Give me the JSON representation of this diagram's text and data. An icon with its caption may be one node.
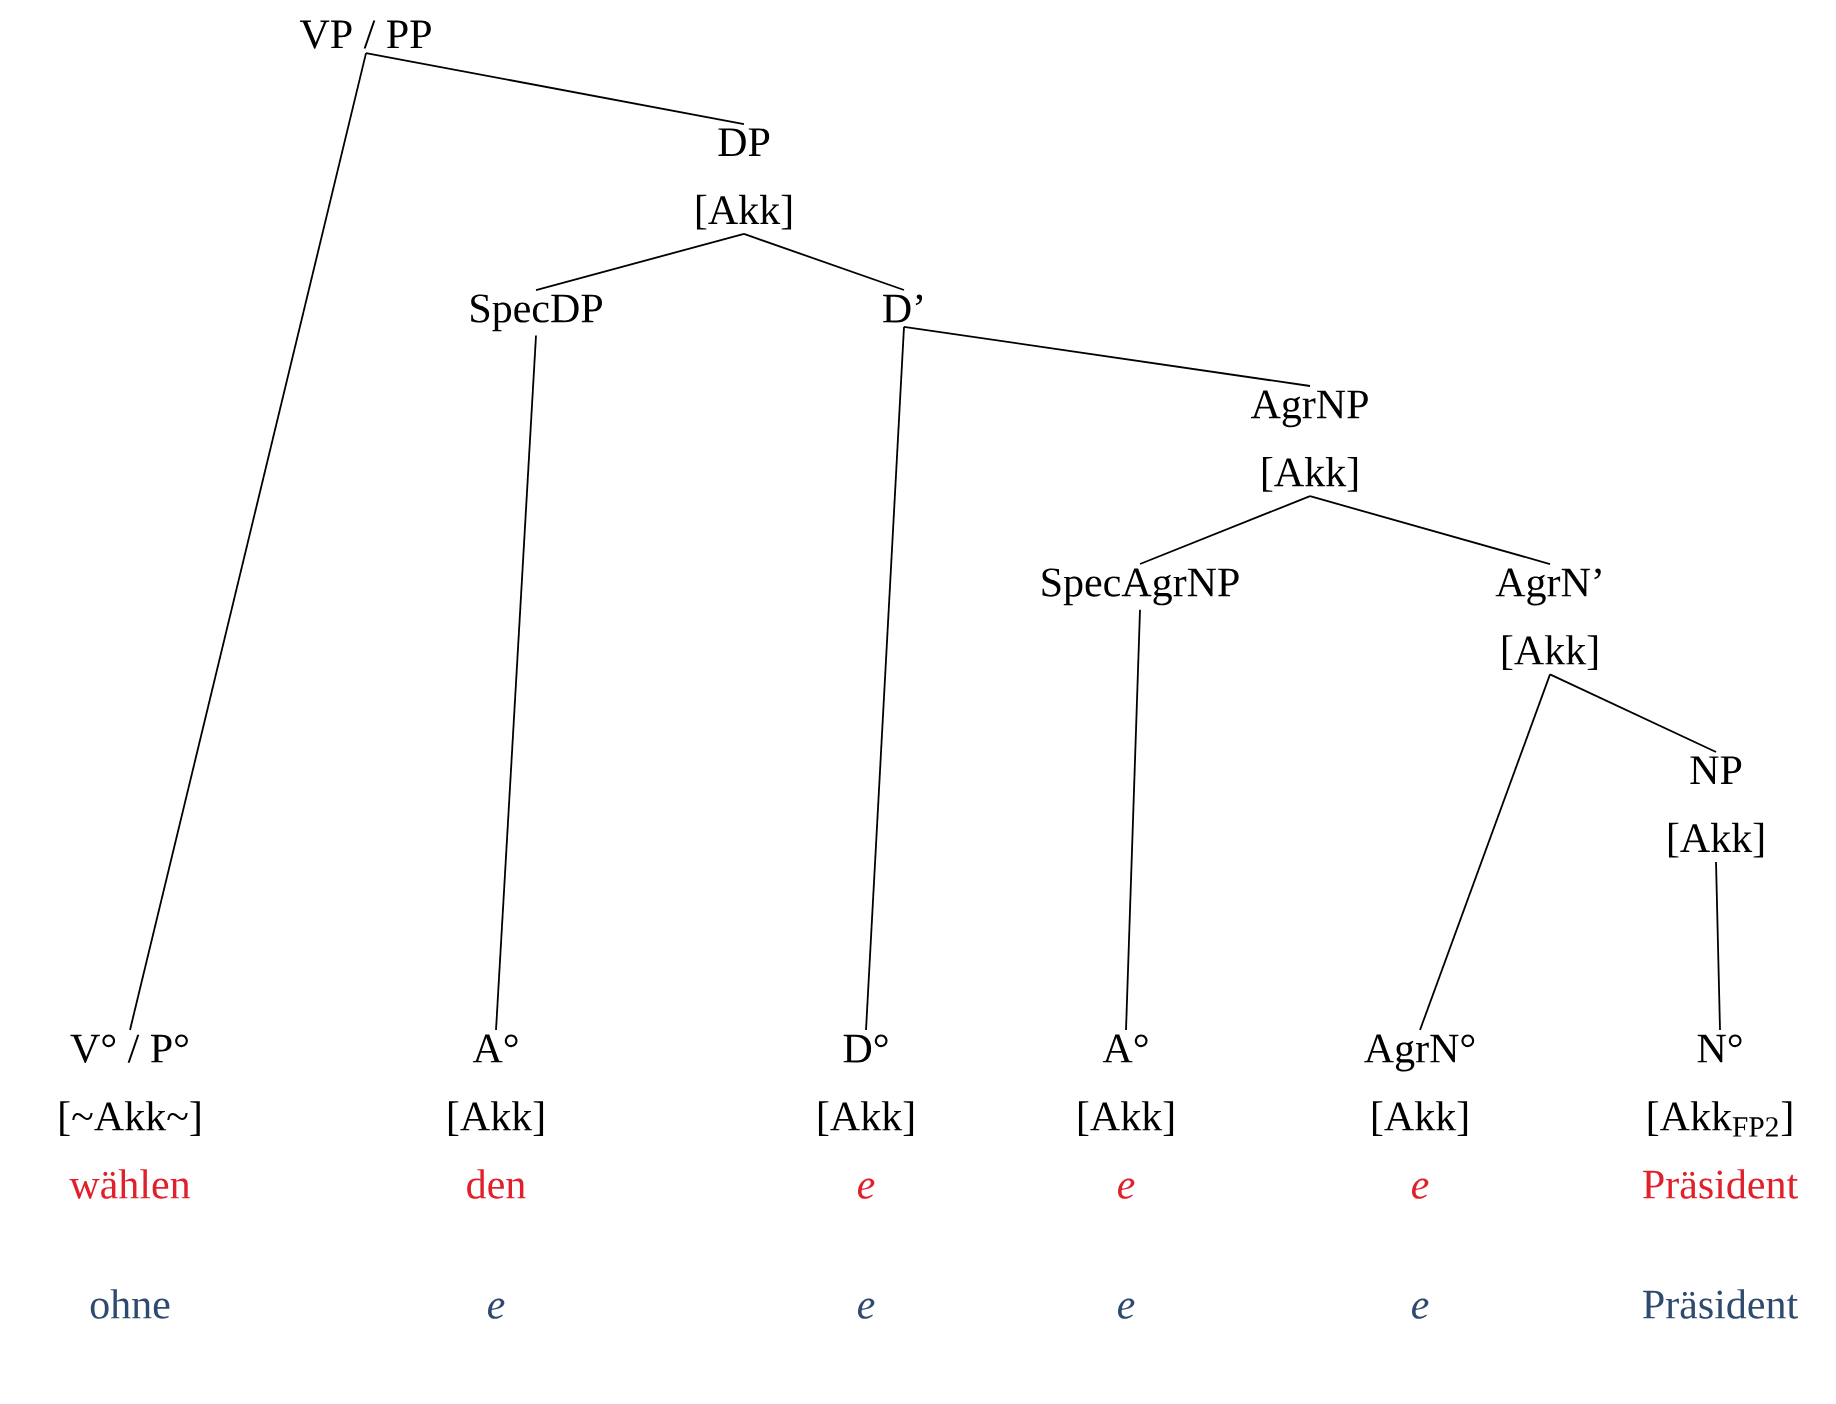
{
  "diagram": {
    "nodes": [
      {
        "text": [
          "VP / PP"
        ]
      },
      {
        "text": [
          "DP",
          "[Akk]"
        ]
      },
      {
        "text": [
          "SpecDP"
        ]
      },
      {
        "text": [
          "D’"
        ]
      },
      {
        "text": [
          "AgrNP",
          "[Akk]"
        ]
      },
      {
        "text": [
          "SpecAgrNP"
        ]
      },
      {
        "text": [
          "AgrN’",
          "[Akk]"
        ]
      },
      {
        "text": [
          "NP",
          "[Akk]"
        ]
      },
      {
        "text": [
          "V° / P°",
          "[~Akk~]",
          "wählen",
          "ohne"
        ]
      },
      {
        "text": [
          "A°",
          "[Akk]",
          "den",
          "*e*"
        ]
      },
      {
        "text": [
          "D°",
          "[Akk]",
          "*e*",
          "*e*"
        ]
      },
      {
        "text": [
          "A°",
          "[Akk]",
          "*e*",
          "*e*"
        ]
      },
      {
        "text": [
          "AgrN°",
          "[Akk]",
          "*e*",
          "*e*"
        ]
      },
      {
        "text": [
          "N°",
          "[Akk$_{FP2}$]",
          "Präsident",
          "Präsident"
        ]
      }
    ],
    "edges": [
      {
        "from": 0,
        "to": 1,
        "arrow": "none"
      },
      {
        "from": 0,
        "to": 8,
        "arrow": "none"
      },
      {
        "from": 1,
        "to": 2,
        "arrow": "none"
      },
      {
        "from": 1,
        "to": 3,
        "arrow": "none"
      },
      {
        "from": 2,
        "to": 9,
        "arrow": "none"
      },
      {
        "from": 3,
        "to": 4,
        "arrow": "none"
      },
      {
        "from": 3,
        "to": 10,
        "arrow": "none"
      },
      {
        "from": 4,
        "to": 5,
        "arrow": "none"
      },
      {
        "from": 4,
        "to": 6,
        "arrow": "none"
      },
      {
        "from": 5,
        "to": 11,
        "arrow": "none"
      },
      {
        "from": 6,
        "to": 7,
        "arrow": "none"
      },
      {
        "from": 6,
        "to": 12,
        "arrow": "none"
      },
      {
        "from": 7,
        "to": 13,
        "arrow": "none"
      }
    ]
  }
}
